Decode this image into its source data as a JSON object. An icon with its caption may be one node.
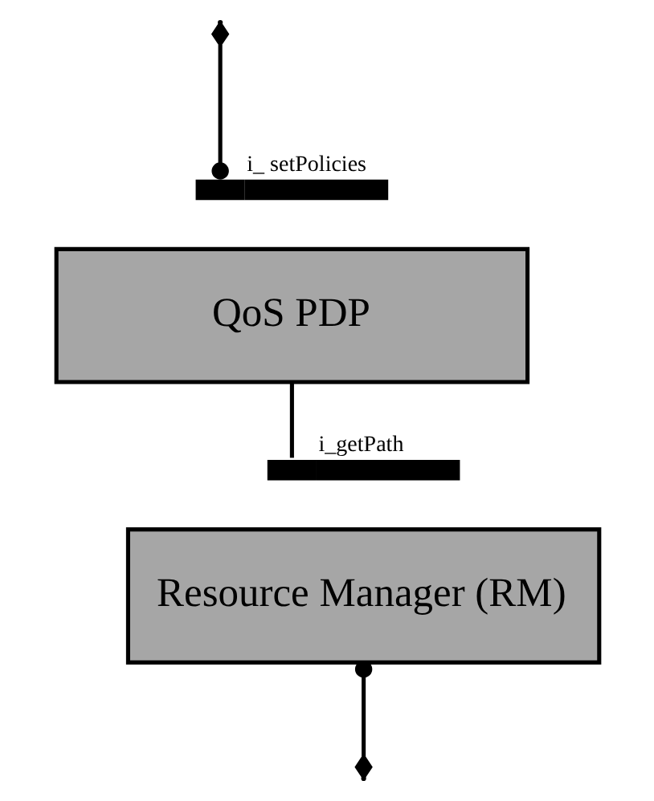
{
  "diagram": {
    "nodes": [
      {
        "text": [
          "i_ setPolicies"
        ]
      },
      {
        "text": [
          "QoS PDP"
        ]
      },
      {
        "text": [
          "i_getPath"
        ]
      },
      {
        "text": [
          "Resource Manager (RM)"
        ]
      }
    ],
    "edges": [
      {
        "from": null,
        "to": 0,
        "arrow": "other"
      },
      {
        "from": 1,
        "to": 2,
        "arrow": "none"
      },
      {
        "from": 3,
        "to": null,
        "arrow": "other"
      }
    ]
  }
}
